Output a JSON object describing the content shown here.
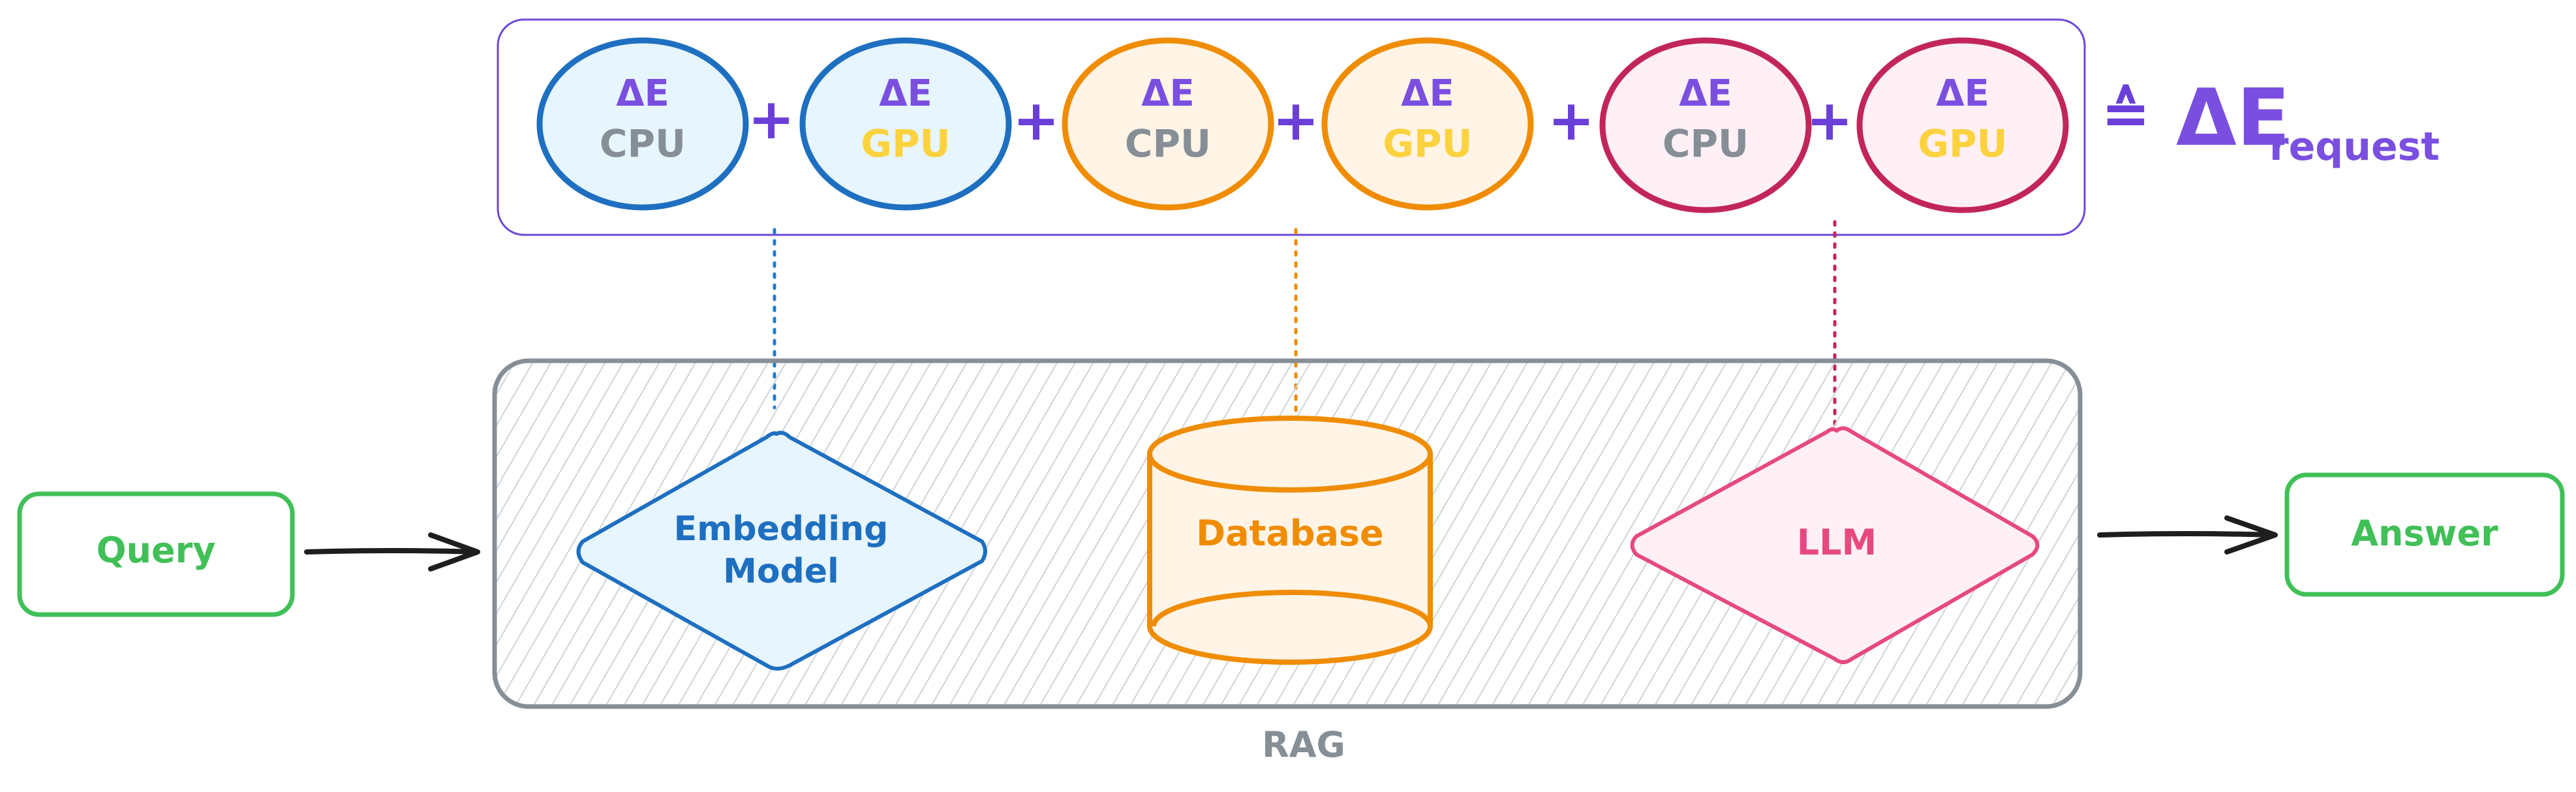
{
  "diagram": {
    "energy_sum": {
      "terms": [
        {
          "symbol": "ΔE",
          "unit": "CPU",
          "group": "embedding"
        },
        {
          "symbol": "ΔE",
          "unit": "GPU",
          "group": "embedding"
        },
        {
          "symbol": "ΔE",
          "unit": "CPU",
          "group": "database"
        },
        {
          "symbol": "ΔE",
          "unit": "GPU",
          "group": "database"
        },
        {
          "symbol": "ΔE",
          "unit": "CPU",
          "group": "llm"
        },
        {
          "symbol": "ΔE",
          "unit": "GPU",
          "group": "llm"
        }
      ],
      "operator": "+",
      "equals": "≙",
      "result_symbol": "ΔE",
      "result_subscript": "request"
    },
    "input": {
      "label": "Query"
    },
    "output": {
      "label": "Answer"
    },
    "container": {
      "label": "RAG"
    },
    "components": [
      {
        "id": "embedding",
        "label_line1": "Embedding",
        "label_line2": "Model",
        "shape": "diamond"
      },
      {
        "id": "database",
        "label": "Database",
        "shape": "cylinder"
      },
      {
        "id": "llm",
        "label": "LLM",
        "shape": "diamond"
      }
    ]
  },
  "colors": {
    "sum_border": "#6d49d6",
    "purple": "#7a4fe0",
    "plus": "#6a3fd8",
    "cpu_text": "#868e96",
    "gpu_text": "#fcd23f",
    "blue_stroke": "#1e6fc0",
    "blue_fill": "#e7f5ff",
    "orange_stroke": "#f08c00",
    "orange_fill": "#fff4e6",
    "crimson_stroke": "#c2255c",
    "pink_stroke": "#e64980",
    "pink_fill": "#fff0f6",
    "green": "#40c057",
    "gray": "#868e96",
    "hatch": "#ced4da",
    "arrow": "#1e1e1e"
  }
}
